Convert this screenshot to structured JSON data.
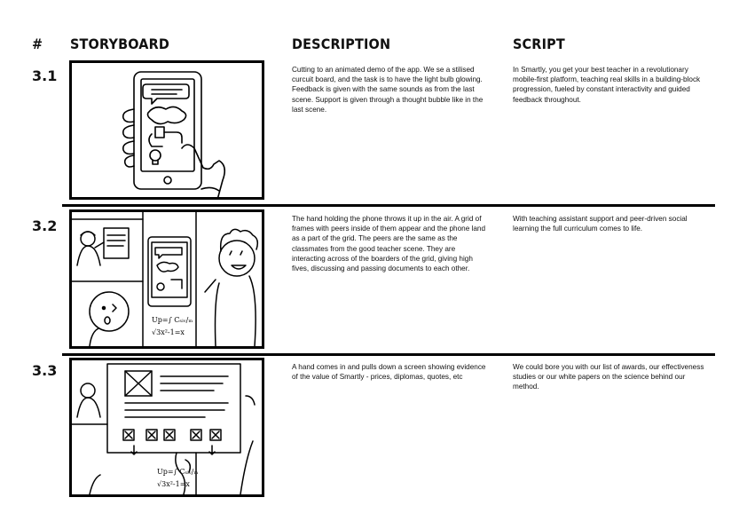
{
  "headers": {
    "number": "#",
    "storyboard": "STORYBOARD",
    "description": "DESCRIPTION",
    "script": "SCRIPT"
  },
  "rows": [
    {
      "number": "3.1",
      "description": "Cutting to an animated demo of the app. We se a stilised curcuit board, and the task is to have the light bulb glowing. Feedback is given with the same sounds as from the last scene. Support is given through a thought bubble like in the last scene.",
      "script": "In Smartly, you get your best teacher in a revolutionary mobile-first platform, teaching real skills in a building-block progression, fueled by constant interactivity and guided feedback throughout."
    },
    {
      "number": "3.2",
      "description": "The hand holding the phone throws it up in the air. A grid of frames with peers inside of them appear and the phone land as a part of the grid. The peers are the same as the classmates from the good teacher scene. They are interacting across of the boarders of the grid, giving high fives, discussing and passing documents to each other.",
      "script": "With teaching assistant support and peer-driven social learning the full curriculum comes to life."
    },
    {
      "number": "3.3",
      "description": "A hand comes in and pulls down a screen showing evidence of the value of Smartly - prices, diplomas, quotes, etc",
      "script": "We could bore you with our list of awards, our effectiveness studies or our white papers on the science behind our method."
    }
  ],
  "sketch_text": {
    "formula_top": "Up=∫ Cₛᵢᵥ/ₘ",
    "formula_bottom": "√3x²-1=x"
  }
}
